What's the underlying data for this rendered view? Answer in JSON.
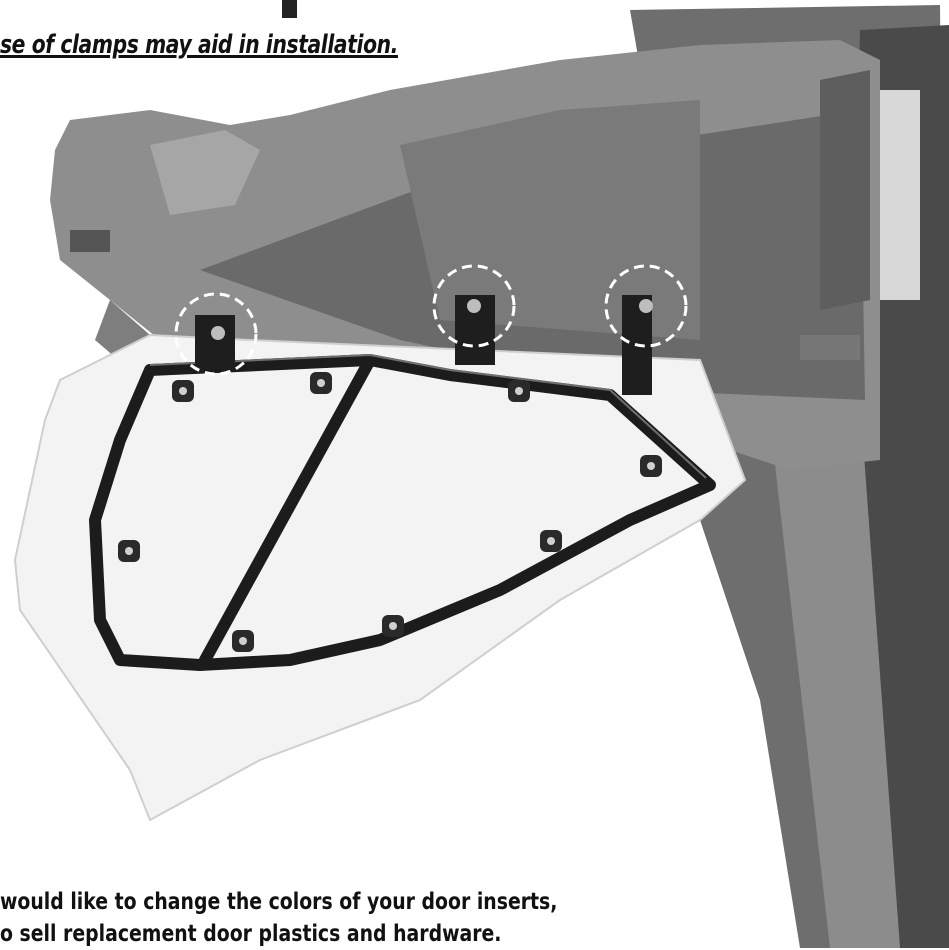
{
  "captions": {
    "top": "se of clamps may aid in installation.",
    "bottom_line1": " would like to change the colors of your door inserts,",
    "bottom_line2": "o sell replacement door plastics and hardware."
  },
  "colors": {
    "door_panel": "#8a8a8a",
    "panel_dark": "#5a5a5a",
    "frame": "#1c1c1c",
    "insert": "#f4f4f4",
    "highlight_circle": "#ffffff"
  }
}
